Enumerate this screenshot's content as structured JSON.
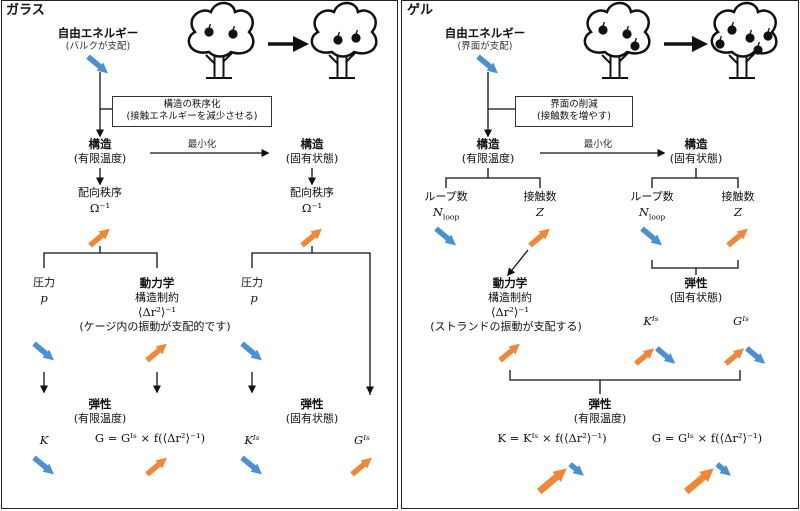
{
  "colors": {
    "blue": "#4a90d2",
    "orange": "#f0883a",
    "line": "#111111"
  },
  "icons": [
    "tree-icon",
    "apple-icon",
    "arrow-right-icon",
    "blue-arrow-icon",
    "orange-arrow-icon"
  ],
  "glass": {
    "title": "ガラス",
    "free_energy": "自由エネルギー",
    "free_energy_note": "(バルクが支配)",
    "box_line1": "構造の秩序化",
    "box_line2": "(接触エネルギーを減少させる)",
    "struct_left": "構造",
    "struct_left_sub": "(有限温度)",
    "minimize": "最小化",
    "struct_right": "構造",
    "struct_right_sub": "(固有状態)",
    "orient_order": "配向秩序",
    "orient_symbol": "Ω⁻¹",
    "pressure": "圧力",
    "pressure_symbol": "p",
    "dynamics": "動力学",
    "constraint": "構造制約",
    "dr2": "⟨Δr²⟩⁻¹",
    "cage_note": "(ケージ内の振動が支配的です)",
    "elasticity": "弾性",
    "finite_temp": "(有限温度)",
    "inherent_state": "(固有状態)",
    "K": "K",
    "G_formula": "G = Gᴵˢ × f(⟨Δr²⟩⁻¹)",
    "K_IS": "Kᴵˢ",
    "G_IS": "Gᴵˢ"
  },
  "gel": {
    "title": "ゲル",
    "free_energy": "自由エネルギー",
    "free_energy_note": "(界面が支配)",
    "box_line1": "界面の削減",
    "box_line2": "(接触数を増やす)",
    "struct_left": "構造",
    "struct_left_sub": "(有限温度)",
    "minimize": "最小化",
    "struct_right": "構造",
    "struct_right_sub": "(固有状態)",
    "loops": "ループ数",
    "N_loop": "N",
    "N_loop_sub": "loop",
    "contacts": "接触数",
    "Z": "Z",
    "dynamics": "動力学",
    "constraint": "構造制約",
    "dr2": "⟨Δr²⟩⁻¹",
    "strand_note": "(ストランドの振動が支配する)",
    "elasticity_is": "弾性",
    "elasticity_is_sub": "(固有状態)",
    "K_IS": "Kᴵˢ",
    "G_IS": "Gᴵˢ",
    "elasticity": "弾性",
    "finite_temp": "(有限温度)",
    "K_formula": "K = Kᴵˢ × f(⟨Δr²⟩⁻¹)",
    "G_formula": "G = Gᴵˢ × f(⟨Δr²⟩⁻¹)"
  }
}
